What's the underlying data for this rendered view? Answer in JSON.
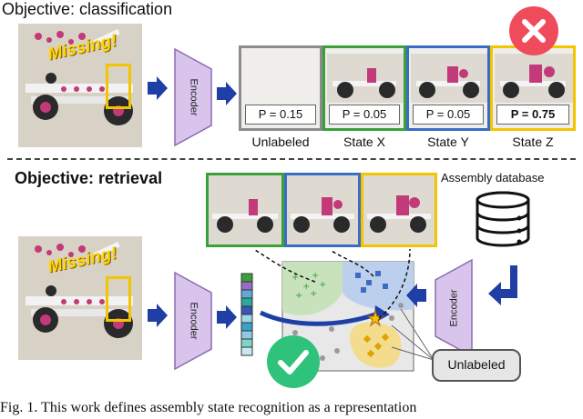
{
  "top_section": {
    "heading": "Objective: classification",
    "missing_label": "Missing!",
    "encoder_label": "Encoder",
    "states": [
      {
        "caption": "Unlabeled",
        "prob": "P = 0.15",
        "color": "#8c8c8c",
        "highlight": false
      },
      {
        "caption": "State X",
        "prob": "P = 0.05",
        "color": "#3aa13a",
        "highlight": false
      },
      {
        "caption": "State Y",
        "prob": "P = 0.05",
        "color": "#3b6cc4",
        "highlight": false
      },
      {
        "caption": "State Z",
        "prob": "P = 0.75",
        "color": "#f2c500",
        "highlight": true
      }
    ],
    "wrong_icon": "x-icon"
  },
  "bottom_section": {
    "heading": "Objective: retrieval",
    "missing_label": "Missing!",
    "encoder_label": "Encoder",
    "db_encoder_label": "Encoder",
    "database_label": "Assembly database",
    "unlabeled_label": "Unlabeled",
    "retrieved_colors": [
      "#3aa13a",
      "#3b6cc4",
      "#f2c500"
    ],
    "correct_icon": "check-icon"
  },
  "caption": "Fig. 1.    This work defines assembly state recognition as a representation",
  "colors": {
    "encoder": "#d9c5ec",
    "encoder_stroke": "#8b6bb2",
    "arrow": "#1f3fa6",
    "wrong": "#f04b5b",
    "correct": "#2fc27a",
    "highlight": "#f2c500"
  }
}
